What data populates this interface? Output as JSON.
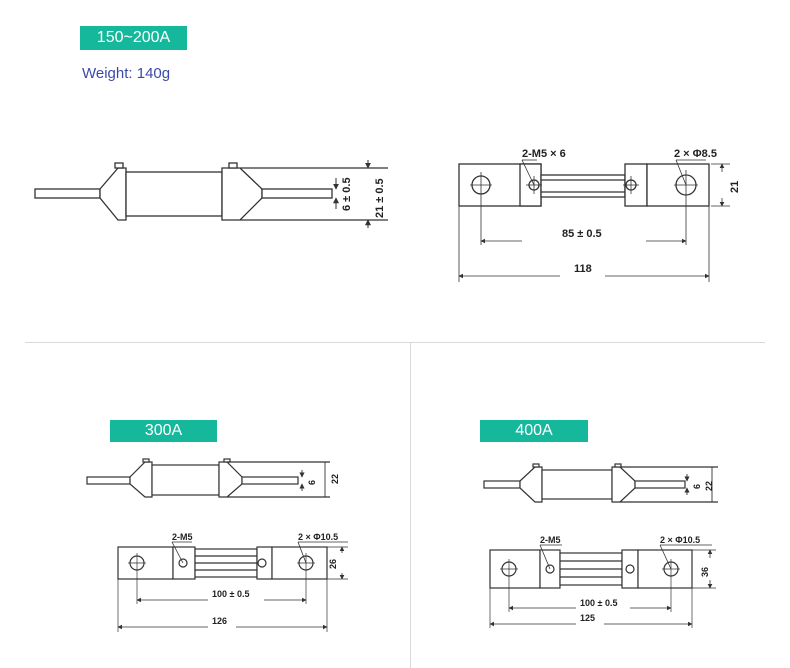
{
  "section_a": {
    "badge": "150~200A",
    "weight": "Weight:  140g",
    "dim_thin": "6 ± 0.5",
    "dim_height": "21 ± 0.5",
    "label_thread": "2-M5 × 6",
    "label_hole": "2 × Φ8.5",
    "dim_side_height": "21",
    "dim_hole_spacing": "85 ± 0.5",
    "dim_total": "118"
  },
  "section_b": {
    "badge": "300A",
    "dim_thin": "6",
    "dim_height": "22",
    "label_thread": "2-M5",
    "label_hole": "2 × Φ10.5",
    "dim_side_height": "26",
    "dim_hole_spacing": "100 ± 0.5",
    "dim_total": "126"
  },
  "section_c": {
    "badge": "400A",
    "dim_thin": "6",
    "dim_height": "22",
    "label_thread": "2-M5",
    "label_hole": "2 × Φ10.5",
    "dim_side_height": "36",
    "dim_hole_spacing": "100 ± 0.5",
    "dim_total": "125"
  },
  "colors": {
    "badge": "#16b89c",
    "weight_text": "#3b4aa8",
    "line": "#333333"
  }
}
